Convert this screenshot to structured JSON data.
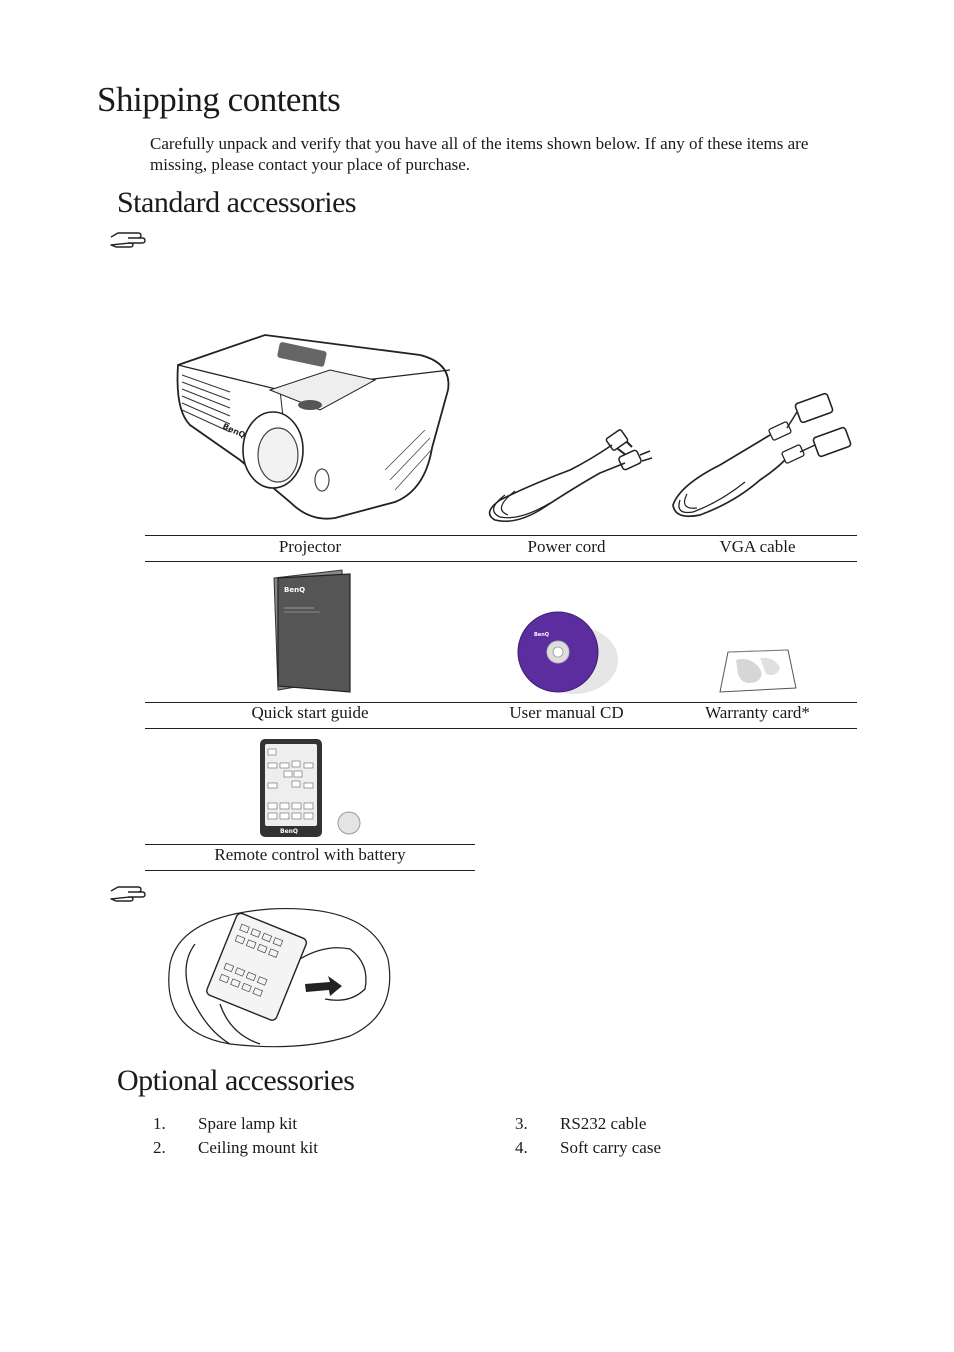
{
  "page": {
    "title": "Shipping contents",
    "intro": "Carefully unpack and verify that you have all of the items shown below. If any of these items are missing, please contact your place of purchase."
  },
  "standard": {
    "heading": "Standard accessories",
    "items": [
      {
        "label": "Projector"
      },
      {
        "label": "Power cord"
      },
      {
        "label": "VGA cable"
      },
      {
        "label": "Quick start guide"
      },
      {
        "label": "User manual CD"
      },
      {
        "label": "Warranty card*"
      },
      {
        "label": "Remote control with battery"
      }
    ]
  },
  "optional": {
    "heading": "Optional accessories",
    "items": [
      {
        "num": "1.",
        "label": "Spare lamp kit"
      },
      {
        "num": "2.",
        "label": "Ceiling mount kit"
      },
      {
        "num": "3.",
        "label": "RS232 cable"
      },
      {
        "num": "4.",
        "label": "Soft carry case"
      }
    ]
  },
  "brand": "BenQ",
  "icons": [
    "note-hand-icon",
    "note-hand-icon"
  ],
  "colors": {
    "cd_disc": "#5b2d9e",
    "guide_cover": "#555555"
  }
}
